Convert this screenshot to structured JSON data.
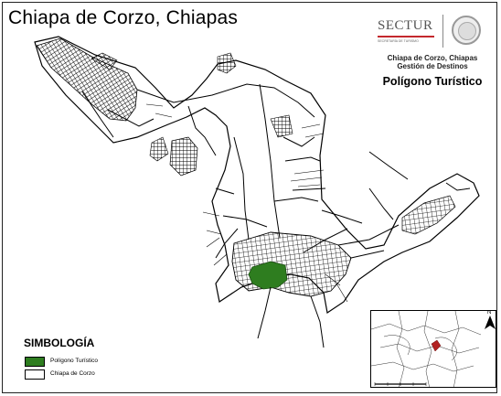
{
  "title": "Chiapa de Corzo, Chiapas",
  "logo": {
    "brand": "SECTUR",
    "subtext": "SECRETARÍA DE TURISMO",
    "accent": "#c4282d"
  },
  "subtitle_lines": [
    "Chiapa de Corzo, Chiapas",
    "Gestión de Destinos"
  ],
  "map_name": "Polígono Turístico",
  "legend": {
    "title": "SIMBOLOGÍA",
    "items": [
      {
        "label": "Polígono Turístico",
        "color": "#2e7d1f"
      },
      {
        "label": "Chiapa de Corzo",
        "color": "#ffffff"
      }
    ]
  },
  "inset": {
    "north_label": "N",
    "highlight_color": "#b22222"
  }
}
